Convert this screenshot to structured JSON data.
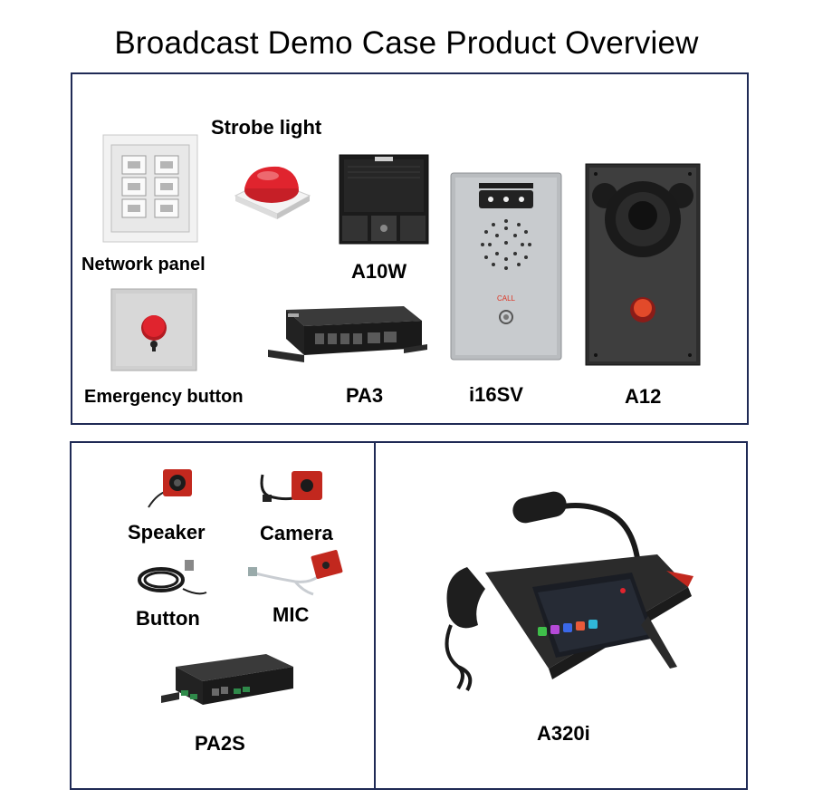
{
  "title": "Broadcast Demo Case Product Overview",
  "top_panel": {
    "labels": {
      "strobe_light": "Strobe light",
      "network_panel": "Network panel",
      "a10w": "A10W",
      "emergency_button": "Emergency button",
      "pa3": "PA3",
      "i16sv": "i16SV",
      "a12": "A12"
    }
  },
  "bottom_left_panel": {
    "labels": {
      "speaker": "Speaker",
      "camera": "Camera",
      "button": "Button",
      "mic": "MIC",
      "pa2s": "PA2S"
    }
  },
  "bottom_right_panel": {
    "labels": {
      "a320i": "A320i"
    }
  },
  "colors": {
    "border": "#1f2a55",
    "accent_red": "#e0242e"
  }
}
